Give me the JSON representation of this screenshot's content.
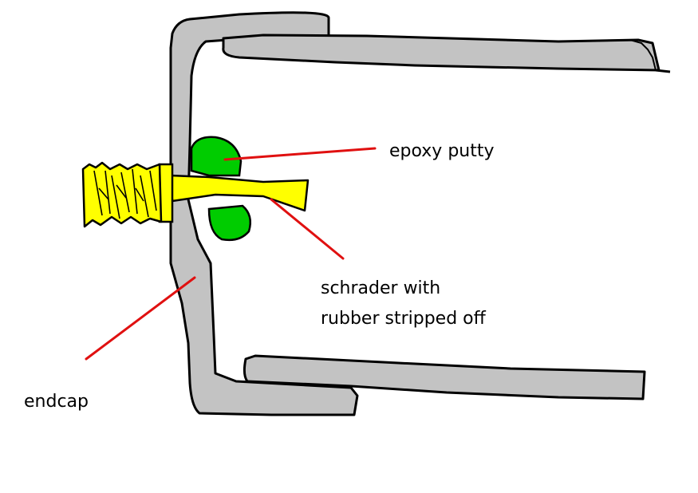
{
  "labels": {
    "epoxy": "epoxy putty",
    "schrader_line1": "schrader with",
    "schrader_line2": "rubber stripped off",
    "endcap": "endcap"
  },
  "colors": {
    "endcap_fill": "#c3c3c3",
    "tube_fill": "#c3c3c3",
    "outline": "#000000",
    "valve_yellow": "#ffff00",
    "epoxy_green": "#00cc00",
    "leader_red": "#e01010",
    "background": "#ffffff"
  },
  "icons": {
    "valve_body": "schrader-valve-icon",
    "putty": "epoxy-blob-icon"
  }
}
